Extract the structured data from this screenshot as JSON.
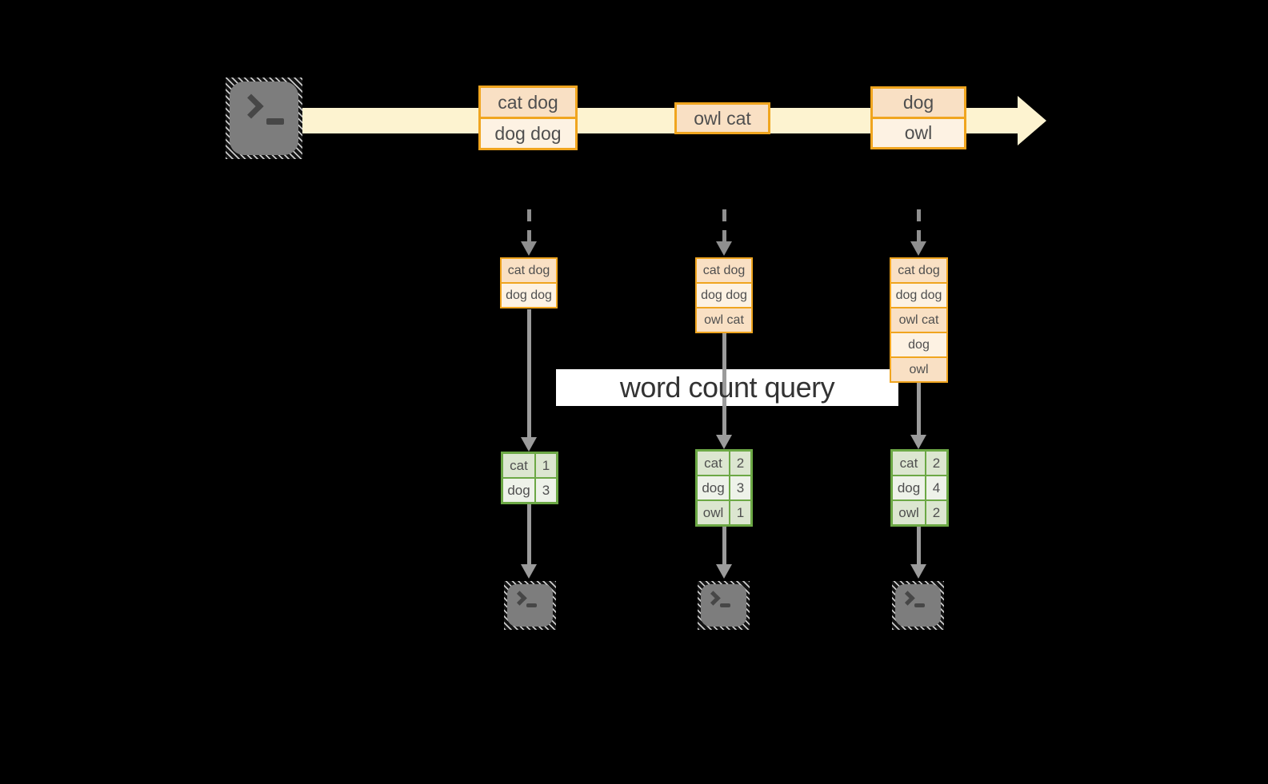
{
  "labels": {
    "query": "word count query"
  },
  "stream": {
    "batches": [
      {
        "rows": [
          "cat dog",
          "dog dog"
        ]
      },
      {
        "rows": [
          "owl cat"
        ]
      },
      {
        "rows": [
          "dog",
          "owl"
        ]
      }
    ]
  },
  "columns": [
    {
      "input_rows": [
        "cat dog",
        "dog dog"
      ],
      "counts": [
        [
          "cat",
          "1"
        ],
        [
          "dog",
          "3"
        ]
      ]
    },
    {
      "input_rows": [
        "cat dog",
        "dog dog",
        "owl cat"
      ],
      "counts": [
        [
          "cat",
          "2"
        ],
        [
          "dog",
          "3"
        ],
        [
          "owl",
          "1"
        ]
      ]
    },
    {
      "input_rows": [
        "cat dog",
        "dog dog",
        "owl cat",
        "dog",
        "owl"
      ],
      "counts": [
        [
          "cat",
          "2"
        ],
        [
          "dog",
          "4"
        ],
        [
          "owl",
          "2"
        ]
      ]
    }
  ],
  "icons": {
    "source": "terminal-icon",
    "sinks": [
      "terminal-icon",
      "terminal-icon",
      "terminal-icon"
    ],
    "prompt_glyph": ">_"
  },
  "colors": {
    "background": "#000000",
    "stream_band": "#fdf3d0",
    "box_border_orange": "#f0a51f",
    "box_fill_peach": "#f9e0c4",
    "box_fill_cream": "#fdf2e3",
    "query_band": "#ffffff",
    "query_text": "#333333",
    "table_border_green": "#6ca845",
    "table_cell_dark": "#dce6d0",
    "table_cell_light": "#eef2e9",
    "arrow_gray": "#9b9b9b",
    "terminal_gray": "#7d7d7d",
    "box_text": "#4f4f4f"
  }
}
